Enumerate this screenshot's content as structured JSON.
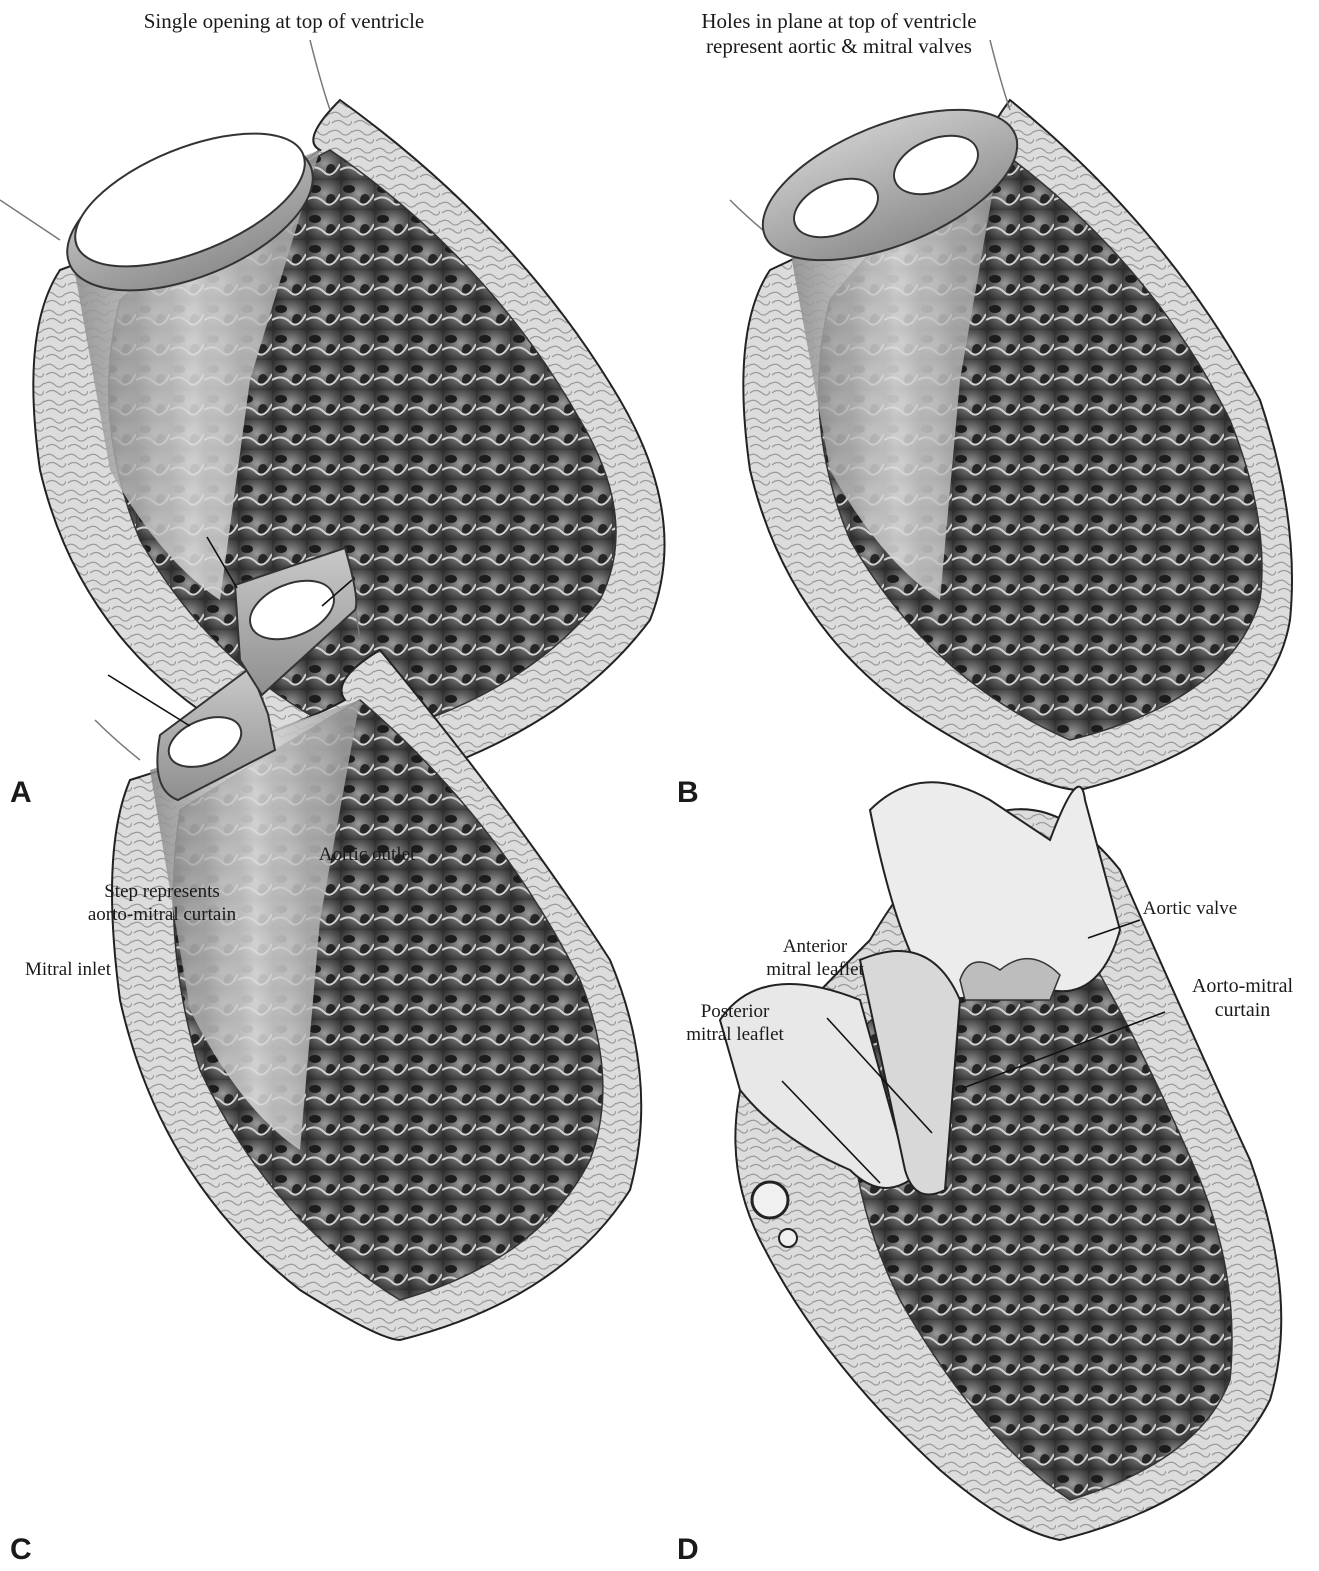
{
  "panels": {
    "a": {
      "letter": "A",
      "caption": "Single opening at top of ventricle"
    },
    "b": {
      "letter": "B",
      "caption_line1": "Holes in plane at top of ventricle",
      "caption_line2": "represent aortic & mitral valves"
    },
    "c": {
      "letter": "C",
      "label_aortic_outlet": "Aortic outlet",
      "label_step_line1": "Step represents",
      "label_step_line2": "aorto-mitral curtain",
      "label_mitral_inlet": "Mitral inlet"
    },
    "d": {
      "letter": "D",
      "label_aortic_valve": "Aortic valve",
      "label_anterior_line1": "Anterior",
      "label_anterior_line2": "mitral leaflet",
      "label_posterior_line1": "Posterior",
      "label_posterior_line2": "mitral leaflet",
      "label_curtain_line1": "Aorto-mitral",
      "label_curtain_line2": "curtain"
    }
  },
  "colors": {
    "myocardium": "#d9d9d9",
    "cavity": "#5b5b5b",
    "ring": "#a9a9a9",
    "line": "#222222"
  }
}
